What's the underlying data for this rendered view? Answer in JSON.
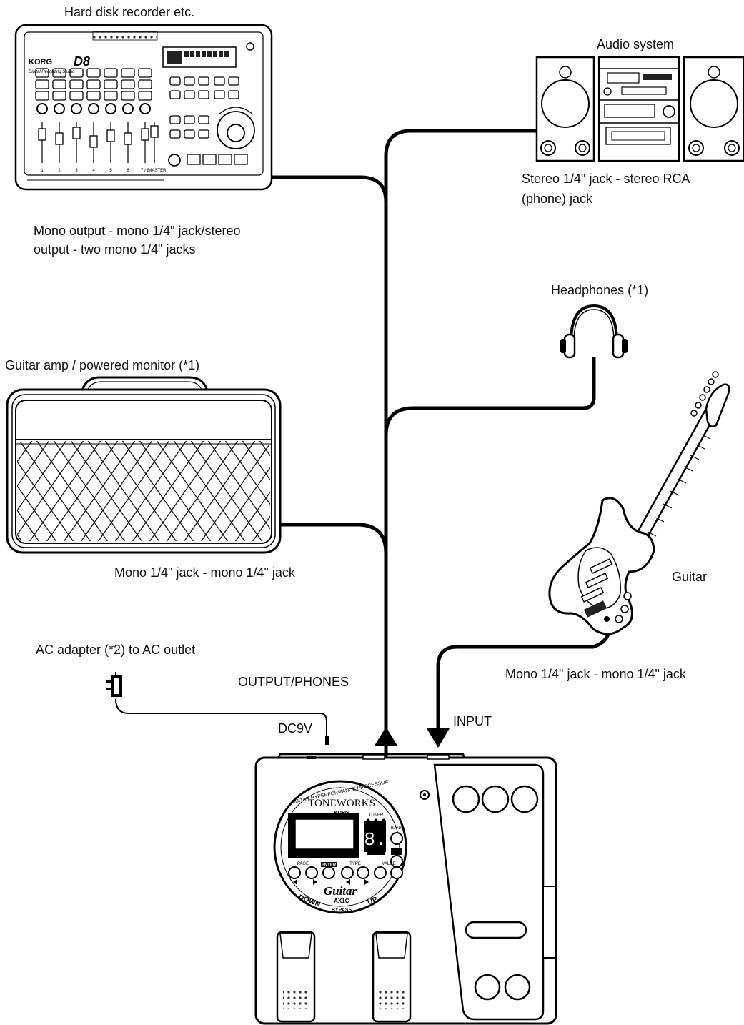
{
  "labels": {
    "hdr": "Hard disk recorder etc.",
    "audio": "Audio system",
    "stereo_cable_1": "Stereo 1/4\" jack - stereo RCA",
    "stereo_cable_2": "(phone) jack",
    "mono_out_1": "Mono output - mono 1/4\" jack/stereo",
    "mono_out_2": "output - two mono 1/4\" jacks",
    "headphones": "Headphones (*1)",
    "amp": "Guitar amp / powered monitor (*1)",
    "amp_cable": "Mono 1/4\" jack - mono 1/4\" jack",
    "guitar": "Guitar",
    "adapter": "AC adapter (*2) to AC outlet",
    "guitar_cable": "Mono 1/4\" jack - mono 1/4\" jack",
    "output_phones": "OUTPUT/PHONES",
    "input": "INPUT",
    "dc9v": "DC9V"
  },
  "recorder": {
    "brand": "KORG",
    "model": "D8",
    "subtitle": "Digital Recording Studio",
    "channels": [
      "1",
      "2",
      "3",
      "4",
      "5",
      "6",
      "7 / 8",
      "MASTER"
    ]
  },
  "processor": {
    "arc_text": "GUITAR HYPERFORMANCE PROCESSOR",
    "brand": "TONEWORKS",
    "maker": "KORG",
    "tuner": "TUNER",
    "bank": "BANK",
    "page": "PAGE",
    "enter": "ENTER",
    "type": "TYPE",
    "value": "VALUE",
    "digit": "8.",
    "model_script": "Guitar",
    "model_code": "AX1G",
    "down": "DOWN",
    "up": "UP",
    "bypass": "BYPASS"
  }
}
